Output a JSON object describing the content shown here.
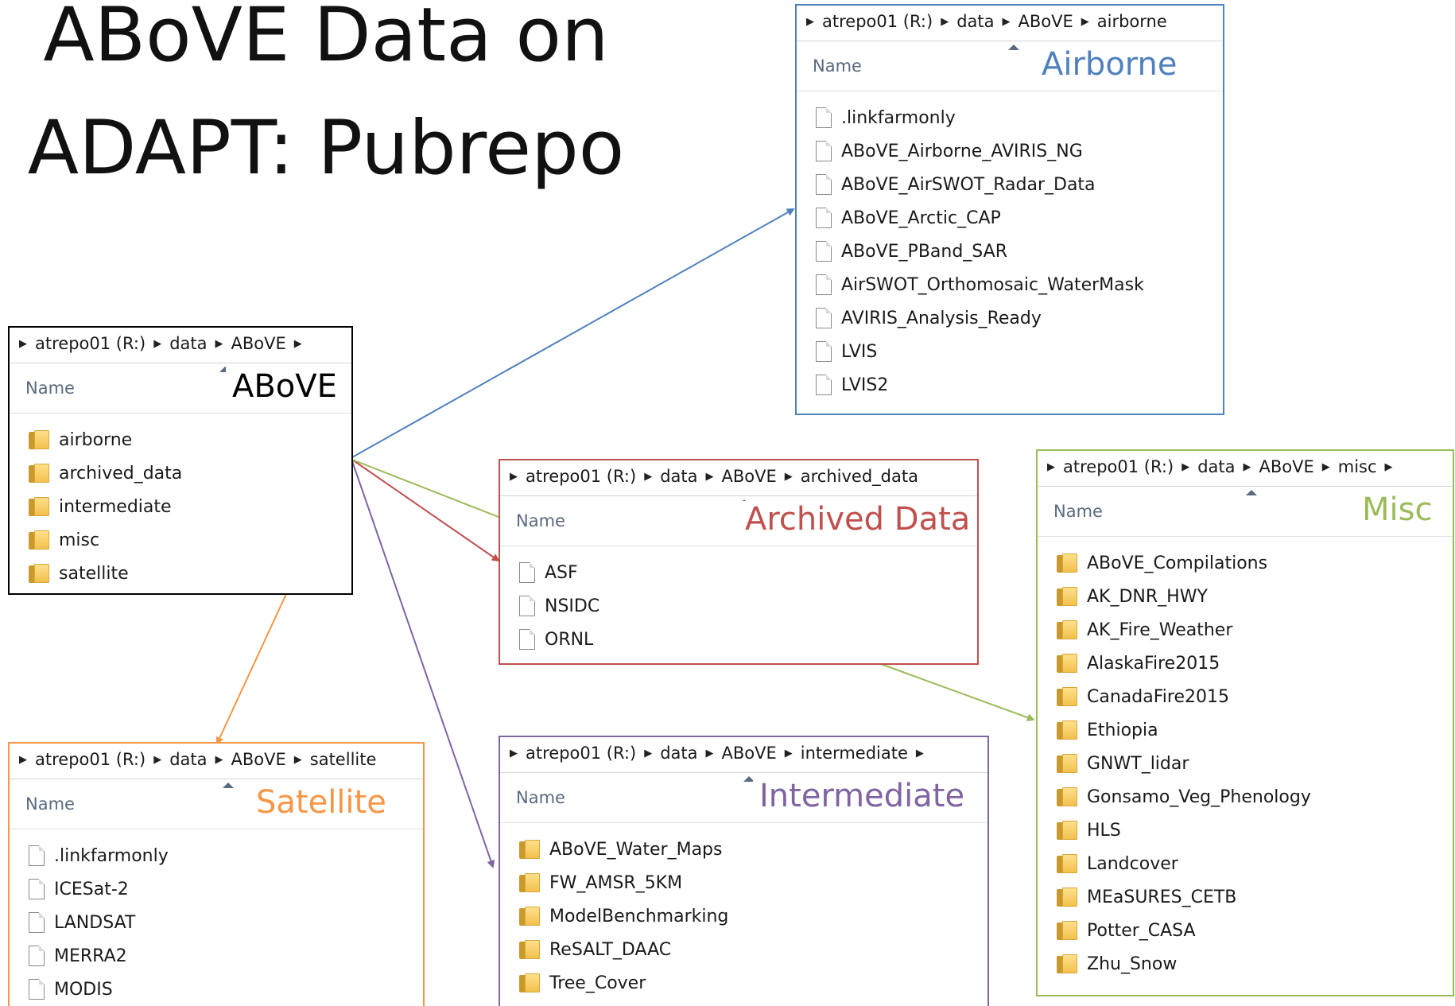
{
  "title": {
    "line1": "ABoVE Data on",
    "line2": "ADAPT: Pubrepo"
  },
  "colors": {
    "airborne": "#4f81bd",
    "archived": "#c0504d",
    "misc": "#9bbb59",
    "intermediate": "#8064a2",
    "satellite": "#f79646",
    "above": "#000000"
  },
  "windows": {
    "above": {
      "crumbs": [
        "atrepo01 (R:)",
        "data",
        "ABoVE",
        ""
      ],
      "column": "Name",
      "label": "ABoVE",
      "items": [
        {
          "name": "airborne",
          "icon": "folder-icon"
        },
        {
          "name": "archived_data",
          "icon": "folder-icon"
        },
        {
          "name": "intermediate",
          "icon": "folder-icon"
        },
        {
          "name": "misc",
          "icon": "folder-icon"
        },
        {
          "name": "satellite",
          "icon": "folder-icon"
        }
      ]
    },
    "airborne": {
      "crumbs": [
        "atrepo01 (R:)",
        "data",
        "ABoVE",
        "airborne"
      ],
      "column": "Name",
      "label": "Airborne",
      "items": [
        {
          "name": ".linkfarmonly",
          "icon": "file-icon"
        },
        {
          "name": "ABoVE_Airborne_AVIRIS_NG",
          "icon": "file-icon"
        },
        {
          "name": "ABoVE_AirSWOT_Radar_Data",
          "icon": "file-icon"
        },
        {
          "name": "ABoVE_Arctic_CAP",
          "icon": "file-icon"
        },
        {
          "name": "ABoVE_PBand_SAR",
          "icon": "file-icon"
        },
        {
          "name": "AirSWOT_Orthomosaic_WaterMask",
          "icon": "file-icon"
        },
        {
          "name": "AVIRIS_Analysis_Ready",
          "icon": "file-icon"
        },
        {
          "name": "LVIS",
          "icon": "file-icon"
        },
        {
          "name": "LVIS2",
          "icon": "file-icon"
        }
      ]
    },
    "archived": {
      "crumbs": [
        "atrepo01 (R:)",
        "data",
        "ABoVE",
        "archived_data"
      ],
      "column": "Name",
      "label": "Archived Data",
      "items": [
        {
          "name": "ASF",
          "icon": "file-icon"
        },
        {
          "name": "NSIDC",
          "icon": "file-icon"
        },
        {
          "name": "ORNL",
          "icon": "file-icon"
        }
      ]
    },
    "misc": {
      "crumbs": [
        "atrepo01 (R:)",
        "data",
        "ABoVE",
        "misc",
        ""
      ],
      "column": "Name",
      "label": "Misc",
      "items": [
        {
          "name": "ABoVE_Compilations",
          "icon": "folder-icon"
        },
        {
          "name": "AK_DNR_HWY",
          "icon": "folder-icon"
        },
        {
          "name": "AK_Fire_Weather",
          "icon": "folder-icon"
        },
        {
          "name": "AlaskaFire2015",
          "icon": "folder-icon"
        },
        {
          "name": "CanadaFire2015",
          "icon": "folder-icon"
        },
        {
          "name": "Ethiopia",
          "icon": "folder-icon"
        },
        {
          "name": "GNWT_lidar",
          "icon": "folder-icon"
        },
        {
          "name": "Gonsamo_Veg_Phenology",
          "icon": "folder-icon"
        },
        {
          "name": "HLS",
          "icon": "folder-icon"
        },
        {
          "name": "Landcover",
          "icon": "folder-icon"
        },
        {
          "name": "MEaSURES_CETB",
          "icon": "folder-icon"
        },
        {
          "name": "Potter_CASA",
          "icon": "folder-icon"
        },
        {
          "name": "Zhu_Snow",
          "icon": "folder-icon"
        }
      ]
    },
    "intermediate": {
      "crumbs": [
        "atrepo01 (R:)",
        "data",
        "ABoVE",
        "intermediate",
        ""
      ],
      "column": "Name",
      "label": "Intermediate",
      "items": [
        {
          "name": "ABoVE_Water_Maps",
          "icon": "folder-icon"
        },
        {
          "name": "FW_AMSR_5KM",
          "icon": "folder-icon"
        },
        {
          "name": "ModelBenchmarking",
          "icon": "folder-icon"
        },
        {
          "name": "ReSALT_DAAC",
          "icon": "folder-icon"
        },
        {
          "name": "Tree_Cover",
          "icon": "folder-icon"
        }
      ]
    },
    "satellite": {
      "crumbs": [
        "atrepo01 (R:)",
        "data",
        "ABoVE",
        "satellite"
      ],
      "column": "Name",
      "label": "Satellite",
      "items": [
        {
          "name": ".linkfarmonly",
          "icon": "file-icon"
        },
        {
          "name": "ICESat-2",
          "icon": "file-icon"
        },
        {
          "name": "LANDSAT",
          "icon": "file-icon"
        },
        {
          "name": "MERRA2",
          "icon": "file-icon"
        },
        {
          "name": "MODIS",
          "icon": "file-icon"
        }
      ]
    }
  }
}
